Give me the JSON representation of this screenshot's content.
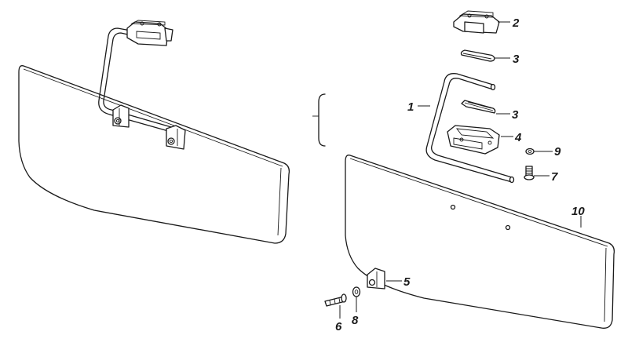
{
  "diagram": {
    "callouts": [
      {
        "id": "callout-1",
        "label": "1"
      },
      {
        "id": "callout-2",
        "label": "2"
      },
      {
        "id": "callout-3a",
        "label": "3"
      },
      {
        "id": "callout-3b",
        "label": "3"
      },
      {
        "id": "callout-4",
        "label": "4"
      },
      {
        "id": "callout-5",
        "label": "5"
      },
      {
        "id": "callout-6",
        "label": "6"
      },
      {
        "id": "callout-7",
        "label": "7"
      },
      {
        "id": "callout-8",
        "label": "8"
      },
      {
        "id": "callout-9",
        "label": "9"
      },
      {
        "id": "callout-10",
        "label": "10"
      }
    ]
  }
}
